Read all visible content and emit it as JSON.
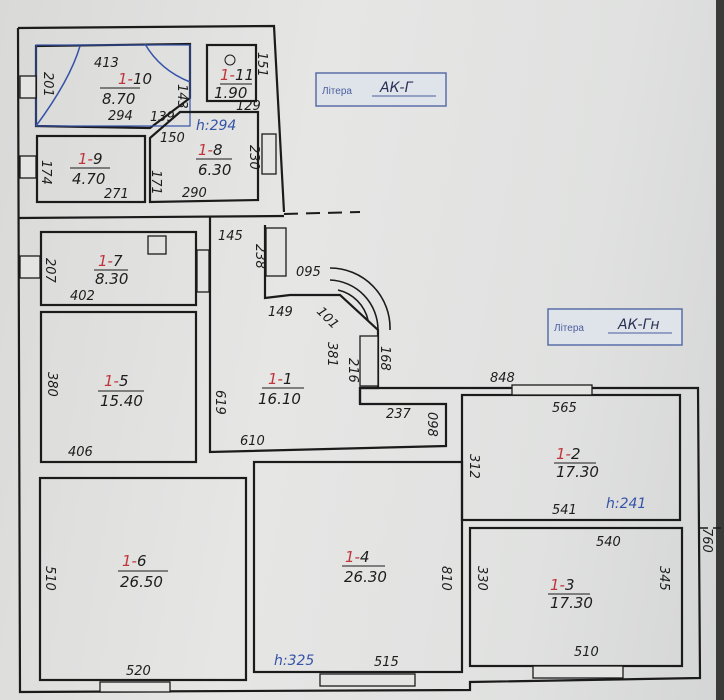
{
  "rooms": [
    {
      "prefix": "1-",
      "num": "10",
      "area": "8.70",
      "dims": [
        "413",
        "294",
        "201",
        "143",
        "139"
      ]
    },
    {
      "prefix": "1-",
      "num": "11",
      "area": "1.90",
      "dims": [
        "151",
        "129"
      ]
    },
    {
      "prefix": "1-",
      "num": "9",
      "area": "4.70",
      "dims": [
        "174",
        "271"
      ]
    },
    {
      "prefix": "1-",
      "num": "8",
      "area": "6.30",
      "dims": [
        "150",
        "230",
        "290",
        "171"
      ]
    },
    {
      "prefix": "1-",
      "num": "7",
      "area": "8.30",
      "dims": [
        "207",
        "402"
      ]
    },
    {
      "prefix": "1-",
      "num": "5",
      "area": "15.40",
      "dims": [
        "380",
        "406"
      ]
    },
    {
      "prefix": "1-",
      "num": "1",
      "area": "16.10",
      "dims": [
        "145",
        "238",
        "095",
        "149",
        "101",
        "381",
        "216",
        "168",
        "619",
        "610",
        "237",
        "098"
      ]
    },
    {
      "prefix": "1-",
      "num": "2",
      "area": "17.30",
      "dims": [
        "565",
        "312",
        "541"
      ]
    },
    {
      "prefix": "1-",
      "num": "3",
      "area": "17.30",
      "dims": [
        "540",
        "330",
        "345",
        "510"
      ]
    },
    {
      "prefix": "1-",
      "num": "6",
      "area": "26.50",
      "dims": [
        "510",
        "520"
      ]
    },
    {
      "prefix": "1-",
      "num": "4",
      "area": "26.30",
      "dims": [
        "810",
        "515"
      ]
    }
  ],
  "outer_dims": [
    "848",
    "760"
  ],
  "heights": [
    "h:294",
    "h:241",
    "h:325"
  ],
  "stamps": [
    {
      "label": "Літера",
      "value": "АК-Г"
    },
    {
      "label": "Літера",
      "value": "АК-Гн"
    }
  ]
}
